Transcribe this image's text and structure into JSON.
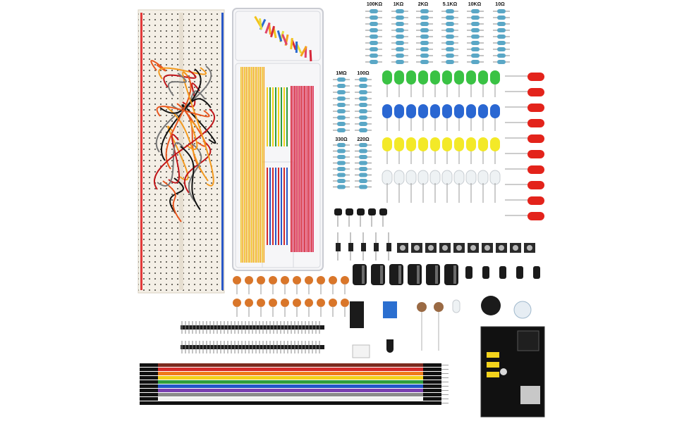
{
  "photo": {
    "resistor_labels_top": [
      "100KΩ",
      "1KΩ",
      "2KΩ",
      "5.1KΩ",
      "10KΩ",
      "10Ω"
    ],
    "resistor_labels_mid": [
      "1MΩ",
      "100Ω"
    ],
    "resistor_labels_low": [
      "330Ω",
      "220Ω"
    ],
    "colors": {
      "breadboard": "#f4efe6",
      "resistor_body": "#5aa7c6",
      "led_green": "#2fbf3a",
      "led_blue": "#1f5fd0",
      "led_yellow": "#f2e81c",
      "led_red": "#e3231b",
      "ribbon": [
        "#7b2a1e",
        "#d42b2b",
        "#f07a1a",
        "#f2d21c",
        "#2f9e3c",
        "#2056c8",
        "#7a3fb0",
        "#8a8a8a",
        "#f2f2f2",
        "#111111"
      ]
    }
  }
}
